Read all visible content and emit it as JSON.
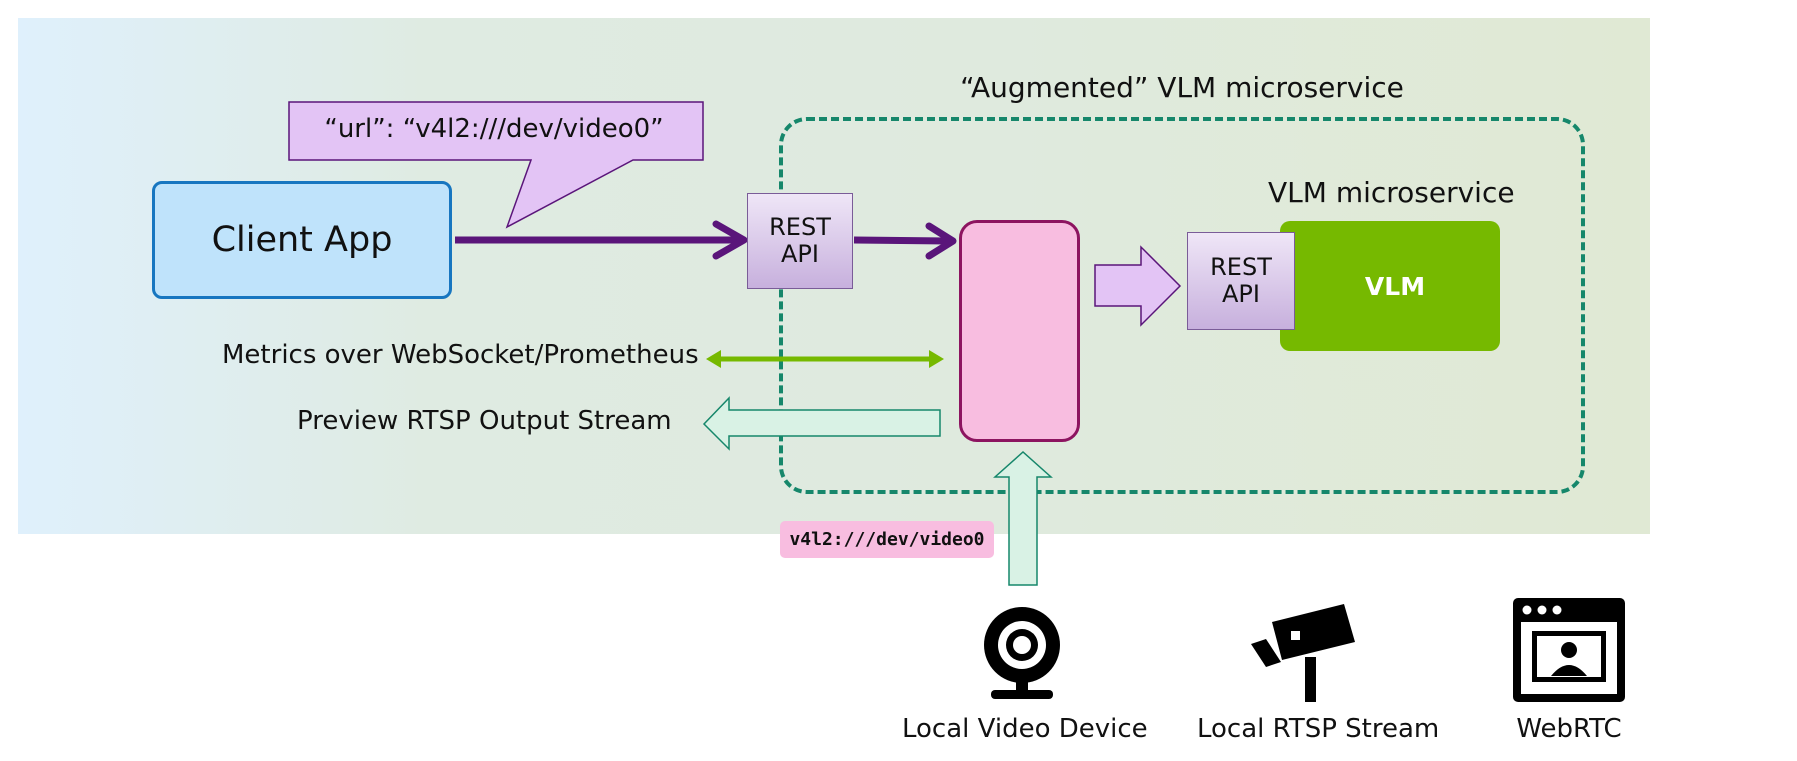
{
  "diagram": {
    "augmented_title": "“Augmented” VLM microservice",
    "callout_text": "“url”: “v4l2:///dev/video0”",
    "client_app_label": "Client App",
    "rest_api_line1": "REST",
    "rest_api_line2": "API",
    "vlm_microservice_title": "VLM microservice",
    "vlm_label": "VLM",
    "metrics_label": "Metrics over WebSocket/Prometheus",
    "preview_label": "Preview RTSP Output Stream",
    "device_code": "v4l2:///dev/video0",
    "sources": [
      {
        "label": "Local Video Device",
        "icon": "webcam-icon"
      },
      {
        "label": "Local RTSP Stream",
        "icon": "security-camera-icon"
      },
      {
        "label": "WebRTC",
        "icon": "browser-video-icon"
      }
    ]
  },
  "colors": {
    "client_fill": "#bfe3fb",
    "client_border": "#1776c0",
    "purple_arrow": "#5a157a",
    "green_arrow": "#76b900",
    "dashed_border": "#16876b",
    "processor_fill": "#f8bde0",
    "processor_border": "#8d1460",
    "vlm_fill": "#76b900"
  }
}
